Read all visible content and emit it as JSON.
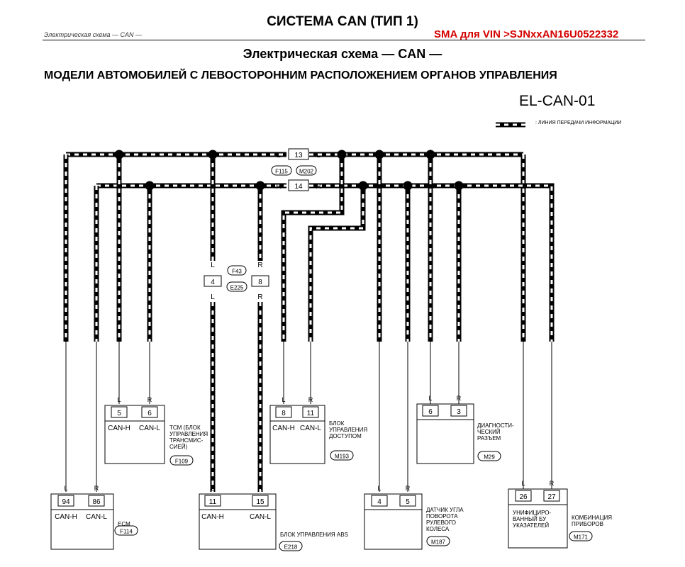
{
  "header": {
    "title": "СИСТЕМА CAN (ТИП 1)",
    "breadcrumb": "Электрическая схема — CAN —",
    "vin_note": "SMA для VIN >SJNxxAN16U0522332",
    "scheme_title": "Электрическая схема — CAN —",
    "models_title": "МОДЕЛИ АВТОМОБИЛЕЙ С ЛЕВОСТОРОННИМ РАСПОЛОЖЕНИЕМ ОРГАНОВ УПРАВЛЕНИЯ",
    "diagram_code": "EL-CAN-01"
  },
  "legend": {
    "label": ": ЛИНИЯ ПЕРЕДАЧИ ИНФОРМАЦИИ"
  },
  "wire_colors": {
    "h": "L",
    "l": "R"
  },
  "connectors": {
    "mid13": "13",
    "mid14": "14",
    "f115": "F115",
    "m202": "M202",
    "f43": "F43",
    "e225": "E225",
    "pin4": "4",
    "pin8": "8"
  },
  "modules": {
    "tcm": {
      "pins": [
        "5",
        "6"
      ],
      "pin_labels": [
        "CAN-H",
        "CAN-L"
      ],
      "name": [
        "TCM (БЛОК",
        "УПРАВЛЕНИЯ",
        "ТРАНСМИС-",
        "СИЕЙ)"
      ],
      "ref": "F109"
    },
    "access": {
      "pins": [
        "8",
        "11"
      ],
      "pin_labels": [
        "CAN-H",
        "CAN-L"
      ],
      "name": [
        "БЛОК",
        "УПРАВЛЕНИЯ",
        "ДОСТУПОМ"
      ],
      "ref": "M193"
    },
    "diag": {
      "pins": [
        "6",
        "3"
      ],
      "name": [
        "ДИАГНОСТИ-",
        "ЧЕСКИЙ",
        "РАЗЪЕМ"
      ],
      "ref": "M29"
    },
    "ecm": {
      "pins": [
        "94",
        "86"
      ],
      "pin_labels": [
        "CAN-H",
        "CAN-L"
      ],
      "name": [
        "ECM"
      ],
      "ref": "F114"
    },
    "abs": {
      "pins": [
        "11",
        "15"
      ],
      "pin_labels": [
        "CAN-H",
        "CAN-L"
      ],
      "name": [
        "БЛОК УПРАВЛЕНИЯ ABS"
      ],
      "ref": "E218"
    },
    "steer": {
      "pins": [
        "4",
        "5"
      ],
      "name": [
        "ДАТЧИК УГЛА",
        "ПОВОРОТА",
        "РУЛЕВОГО",
        "КОЛЕСА"
      ],
      "ref": "M187"
    },
    "meter": {
      "pins": [
        "26",
        "27"
      ],
      "inner": [
        "УНИФИЦИРО-",
        "ВАННЫЙ БУ",
        "УКАЗАТЕЛЕЙ"
      ],
      "name": [
        "КОМБИНАЦИЯ",
        "ПРИБОРОВ"
      ],
      "ref": "M171"
    }
  }
}
